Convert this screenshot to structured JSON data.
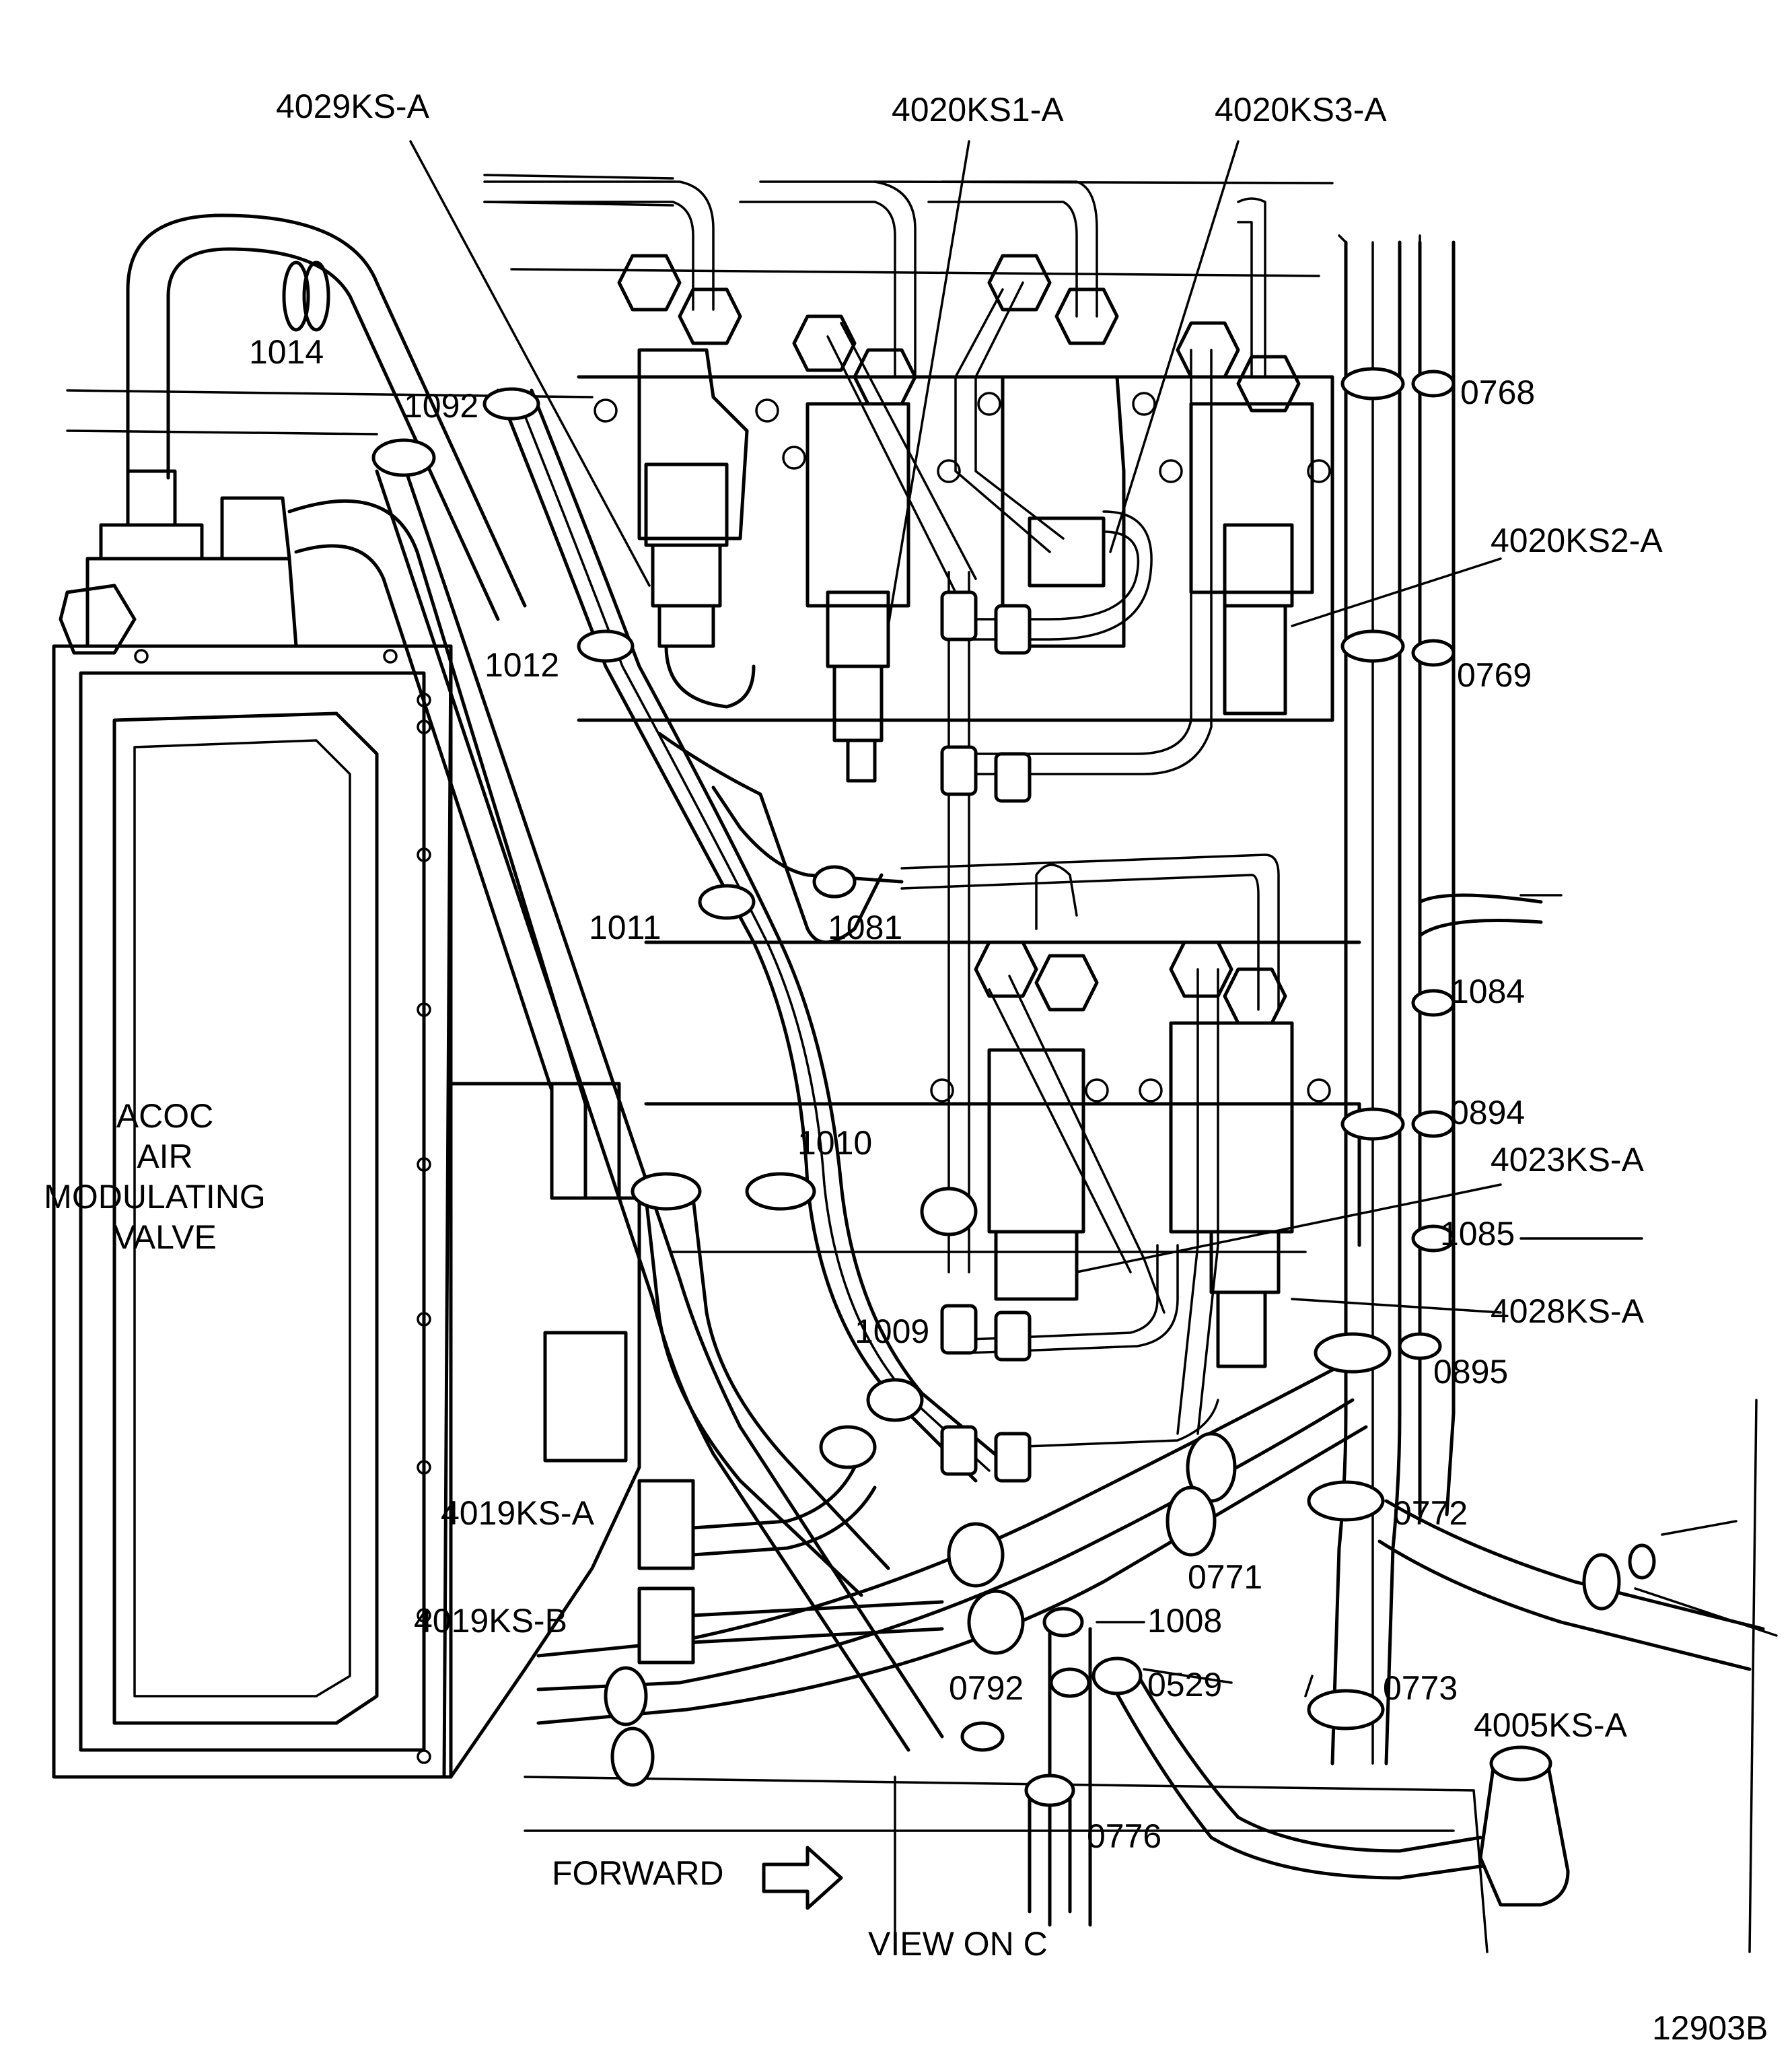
{
  "labels": {
    "l_4029ks_a": "4029KS-A",
    "l_4020ks1_a": "4020KS1-A",
    "l_4020ks3_a": "4020KS3-A",
    "l_1014": "1014",
    "l_1092": "1092",
    "l_0768": "0768",
    "l_4020ks2_a": "4020KS2-A",
    "l_1012": "1012",
    "l_0769": "0769",
    "l_1081": "1081",
    "l_1011": "1011",
    "l_1084": "1084",
    "l_0894": "0894",
    "l_1010": "1010",
    "l_4023ks_a": "4023KS-A",
    "l_1085": "1085",
    "l_4028ks_a": "4028KS-A",
    "l_1009": "1009",
    "l_0895": "0895",
    "l_4019ks_a": "4019KS-A",
    "l_0772": "0772",
    "l_0771": "0771",
    "l_4019ks_b": "4019KS-B",
    "l_1008": "1008",
    "l_0792": "0792",
    "l_0529": "0529",
    "l_0773": "0773",
    "l_4005ks_a": "4005KS-A",
    "l_0776": "0776"
  },
  "valve_label": [
    "ACOC",
    "AIR",
    "MODULATING",
    "VALVE"
  ],
  "forward": "FORWARD",
  "view": "VIEW ON C",
  "figure_id": "12903B"
}
